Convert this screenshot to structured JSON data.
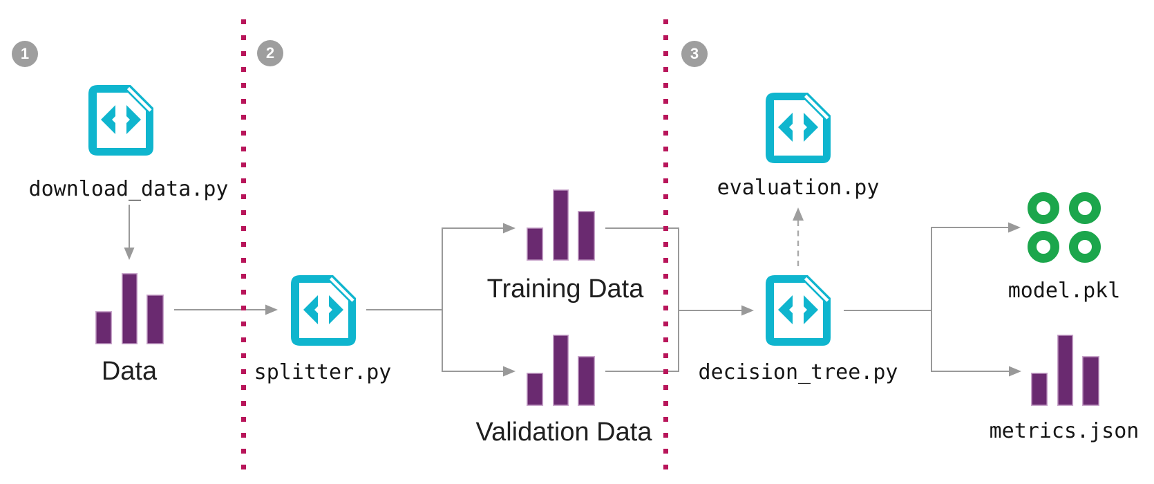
{
  "colors": {
    "script_icon_cyan": "#0FB5CE",
    "data_bars_purple": "#6A2A70",
    "data_bars_stroke": "#C9A6CB",
    "stage_divider_crimson": "#B8155A",
    "model_green": "#1CA64C",
    "badge_gray": "#9E9E9E",
    "connector_gray": "#999999",
    "text_dark": "#161616"
  },
  "stage_badges": [
    {
      "number": "1"
    },
    {
      "number": "2"
    },
    {
      "number": "3"
    }
  ],
  "nodes": {
    "download_script": {
      "label": "download_data.py",
      "icon": "code-file"
    },
    "raw_data": {
      "label": "Data",
      "icon": "bar-chart"
    },
    "splitter_script": {
      "label": "splitter.py",
      "icon": "code-file"
    },
    "training_data": {
      "label": "Training Data",
      "icon": "bar-chart"
    },
    "validation_data": {
      "label": "Validation Data",
      "icon": "bar-chart"
    },
    "evaluation_script": {
      "label": "evaluation.py",
      "icon": "code-file"
    },
    "decision_tree_script": {
      "label": "decision_tree.py",
      "icon": "code-file"
    },
    "model_output": {
      "label": "model.pkl",
      "icon": "model-rings"
    },
    "metrics_output": {
      "label": "metrics.json",
      "icon": "bar-chart"
    }
  }
}
